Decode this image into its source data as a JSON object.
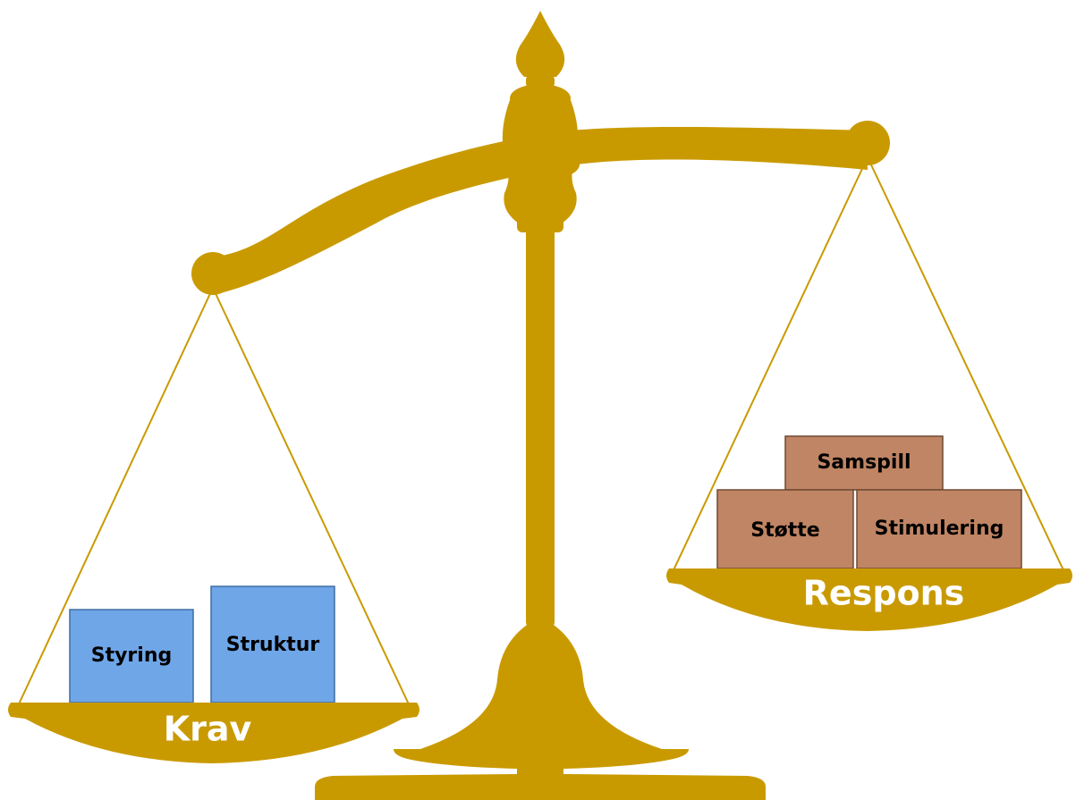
{
  "colors": {
    "gold": "#C99A00",
    "krav_box_fill": "#6FA6E8",
    "krav_box_stroke": "#3E6FA3",
    "respons_box_fill": "#C08564",
    "respons_box_stroke": "#6E4A34",
    "box_text": "#000000",
    "pan_text": "#FFFFFF",
    "background": "#FFFFFF"
  },
  "left_pan": {
    "label": "Krav",
    "items": [
      "Styring",
      "Struktur"
    ]
  },
  "right_pan": {
    "label": "Respons",
    "items_top": [
      "Samspill"
    ],
    "items_bottom": [
      "Støtte",
      "Stimulering"
    ]
  }
}
